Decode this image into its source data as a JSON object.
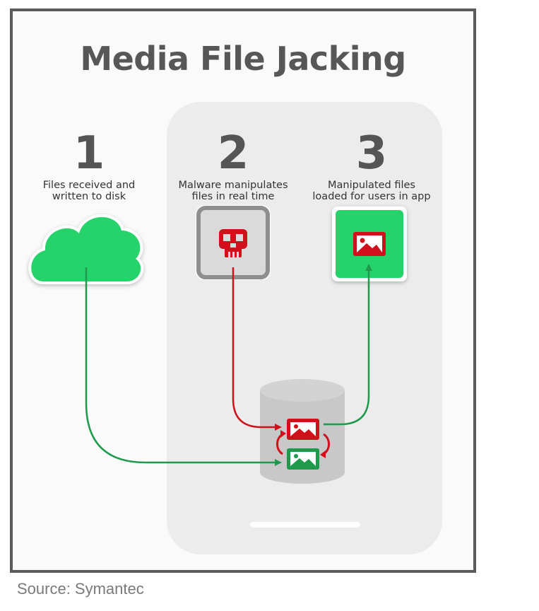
{
  "title": "Media File Jacking",
  "steps": [
    {
      "number": "1",
      "description": "Files received and\nwritten to disk"
    },
    {
      "number": "2",
      "description": "Malware manipulates\nfiles in real time"
    },
    {
      "number": "3",
      "description": "Manipulated files\nloaded for users in app"
    }
  ],
  "source": "Source: Symantec",
  "colors": {
    "green": "#27d36a",
    "green_arrow": "#1f9a4c",
    "red": "#d0101a",
    "gray_frame": "#5b5b5b",
    "phone_bg": "#ececec"
  },
  "icons": [
    "cloud-icon",
    "skull-icon",
    "image-icon",
    "database-icon",
    "refresh-arrows-icon"
  ]
}
